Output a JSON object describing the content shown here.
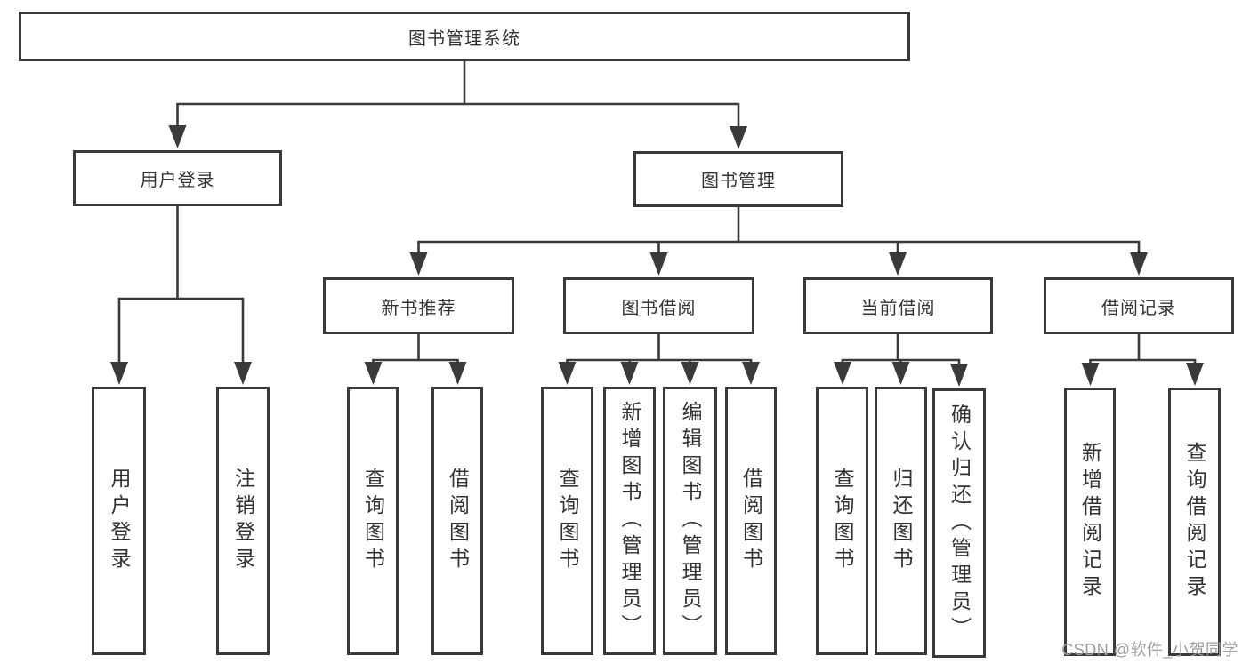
{
  "diagram": {
    "watermark": "CSDN @软件_小贺同学",
    "colors": {
      "line": "#3a3a3a",
      "text": "#333333",
      "background": "#ffffff",
      "watermark": "#9c9c9c"
    },
    "nodes": {
      "root": {
        "label": "图书管理系统"
      },
      "user_login": {
        "label": "用户登录"
      },
      "book_mgmt": {
        "label": "图书管理"
      },
      "new_book_rec": {
        "label": "新书推荐"
      },
      "book_borrow": {
        "label": "图书借阅"
      },
      "current_borrow": {
        "label": "当前借阅"
      },
      "borrow_records": {
        "label": "借阅记录"
      },
      "leaf_user_login": {
        "label": "用户登录"
      },
      "leaf_logout": {
        "label": "注销登录"
      },
      "leaf_nb_query": {
        "label": "查询图书"
      },
      "leaf_nb_borrow": {
        "label": "借阅图书"
      },
      "leaf_bb_query": {
        "label": "查询图书"
      },
      "leaf_bb_add": {
        "label": "新增图书（管理员）"
      },
      "leaf_bb_edit": {
        "label": "编辑图书（管理员）"
      },
      "leaf_bb_borrow": {
        "label": "借阅图书"
      },
      "leaf_cb_query": {
        "label": "查询图书"
      },
      "leaf_cb_return": {
        "label": "归还图书"
      },
      "leaf_cb_confirm": {
        "label": "确认归还（管理员）"
      },
      "leaf_br_add": {
        "label": "新增借阅记录"
      },
      "leaf_br_query": {
        "label": "查询借阅记录"
      }
    }
  }
}
